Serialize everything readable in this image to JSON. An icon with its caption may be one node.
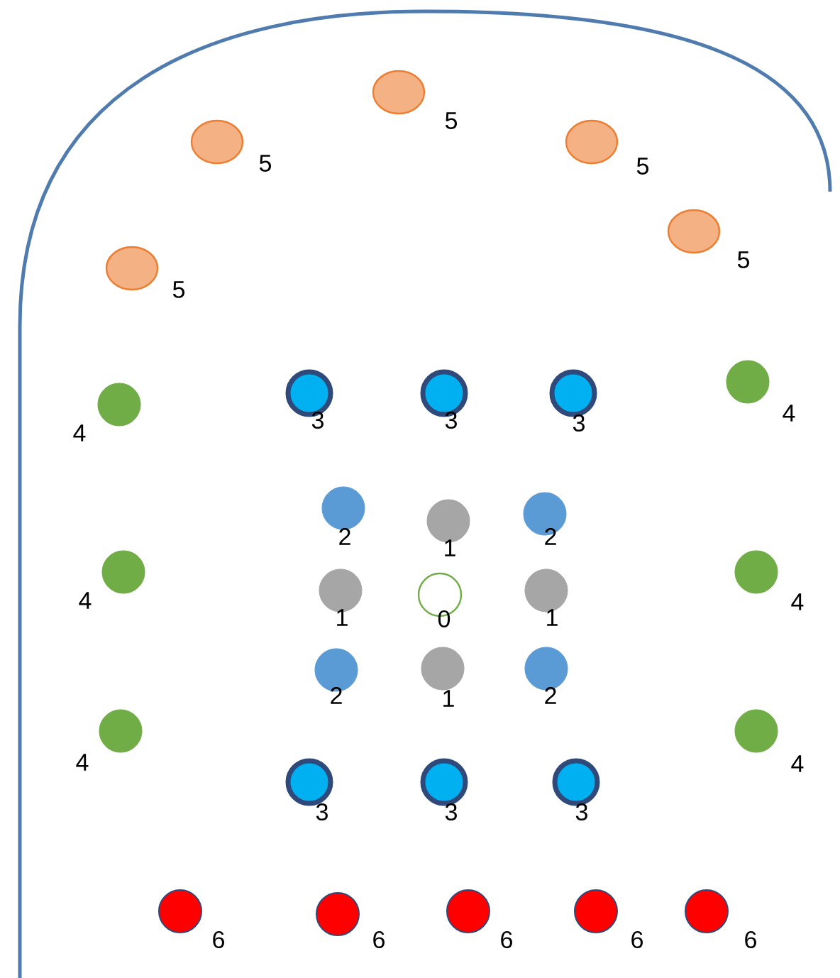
{
  "diagram": {
    "nodes": [
      {
        "text": [],
        "shape": "circle",
        "beside": [
          "5"
        ]
      },
      {
        "text": [],
        "shape": "circle",
        "beside": [
          "5"
        ]
      },
      {
        "text": [],
        "shape": "circle",
        "beside": [
          "5"
        ]
      },
      {
        "text": [],
        "shape": "circle",
        "beside": [
          "5"
        ]
      },
      {
        "text": [],
        "shape": "circle",
        "beside": [
          "5"
        ]
      },
      {
        "text": [],
        "shape": "circle",
        "beside": [
          "4"
        ]
      },
      {
        "text": [],
        "shape": "circle",
        "beside": [
          "3"
        ]
      },
      {
        "text": [],
        "shape": "circle",
        "beside": [
          "3"
        ]
      },
      {
        "text": [],
        "shape": "circle",
        "beside": [
          "3"
        ]
      },
      {
        "text": [],
        "shape": "circle",
        "beside": [
          "4"
        ]
      },
      {
        "text": [],
        "shape": "circle",
        "beside": [
          "2"
        ]
      },
      {
        "text": [],
        "shape": "circle",
        "beside": [
          "1"
        ]
      },
      {
        "text": [],
        "shape": "circle",
        "beside": [
          "2"
        ]
      },
      {
        "text": [],
        "shape": "circle",
        "beside": [
          "4"
        ]
      },
      {
        "text": [],
        "shape": "circle",
        "beside": [
          "1"
        ]
      },
      {
        "text": [],
        "shape": "circle",
        "beside": [
          "0"
        ]
      },
      {
        "text": [],
        "shape": "circle",
        "beside": [
          "1"
        ]
      },
      {
        "text": [],
        "shape": "circle",
        "beside": [
          "4"
        ]
      },
      {
        "text": [],
        "shape": "circle",
        "beside": [
          "2"
        ]
      },
      {
        "text": [],
        "shape": "circle",
        "beside": [
          "1"
        ]
      },
      {
        "text": [],
        "shape": "circle",
        "beside": [
          "2"
        ]
      },
      {
        "text": [],
        "shape": "circle",
        "beside": [
          "4"
        ]
      },
      {
        "text": [],
        "shape": "circle",
        "beside": [
          "4"
        ]
      },
      {
        "text": [],
        "shape": "circle",
        "beside": [
          "3"
        ]
      },
      {
        "text": [],
        "shape": "circle",
        "beside": [
          "3"
        ]
      },
      {
        "text": [],
        "shape": "circle",
        "beside": [
          "3"
        ]
      },
      {
        "text": [],
        "shape": "circle",
        "beside": [
          "6"
        ]
      },
      {
        "text": [],
        "shape": "circle",
        "beside": [
          "6"
        ]
      },
      {
        "text": [],
        "shape": "circle",
        "beside": [
          "6"
        ]
      },
      {
        "text": [],
        "shape": "circle",
        "beside": [
          "6"
        ]
      },
      {
        "text": [],
        "shape": "circle",
        "beside": [
          "6"
        ]
      }
    ]
  }
}
